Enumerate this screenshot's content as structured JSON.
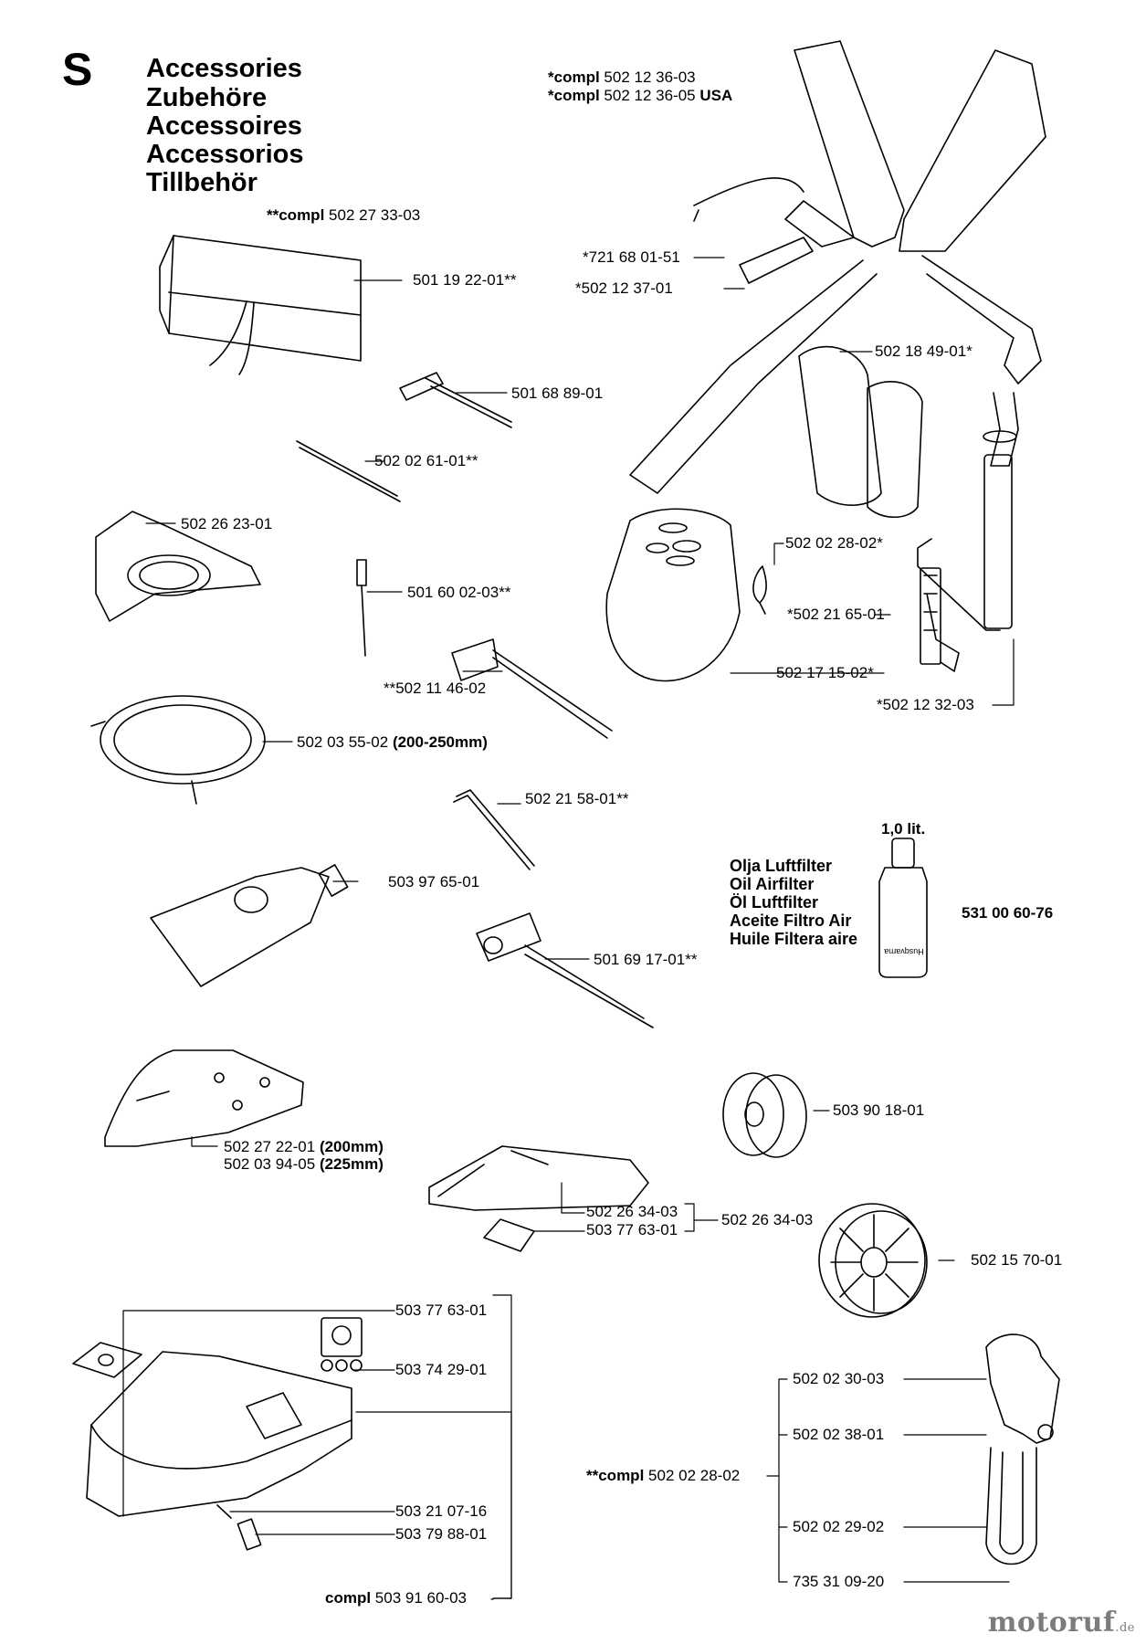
{
  "section": "S",
  "titles": [
    "Accessories",
    "Zubehöre",
    "Accessoires",
    "Accessorios",
    "Tillbehör"
  ],
  "compl_harness_1": {
    "prefix": "*compl",
    "number": "502 12 36-03"
  },
  "compl_harness_2": {
    "prefix": "*compl",
    "number": "502 12 36-05",
    "suffix": "USA"
  },
  "compl_pouch": {
    "prefix": "**compl",
    "number": "502 27 33-03"
  },
  "parts": {
    "tool_pouch": "501 19 22-01**",
    "t_wrench": "501 68 89-01",
    "pin_rod": "502 02 61-01**",
    "support_cup": "502 26 23-01",
    "rivet_pin": "501 60 02-03**",
    "combi_wrench_small": "**502 11 46-02",
    "guard_ring": "502 03 55-02",
    "guard_ring_size": "(200-250mm)",
    "hex_key": "502 21 58-01**",
    "grease_tube": "503 97 65-01",
    "combi_wrench_long": "501 69 17-01**",
    "guard_1": "502 27 22-01",
    "guard_1_size": "(200mm)",
    "guard_2": "502 03 94-05",
    "guard_2_size": "(225mm)",
    "shield_main": "502 26 34-03",
    "shield_part": "502 26 34-03",
    "shield_plate": "503 77 63-01",
    "pulley": "503 90 18-01",
    "fan_wheel": "502 15 70-01",
    "hook_pin": "*721 68 01-51",
    "buckle": "*502 12 37-01",
    "grip_pad": "502 18 49-01*",
    "hook": "502 02 28-02*",
    "strap_buckle": "*502 21 65-01",
    "hip_pad": "502 17 15-02*",
    "strap": "*502 12 32-03",
    "big_guard_plate": "503 77 63-01",
    "big_guard_head": "503 74 29-01",
    "big_guard_screw": "503 21 07-16",
    "big_guard_nut": "503 79 88-01",
    "handle_top": "502 02 30-03",
    "handle_mid": "502 02 38-01",
    "handle_low": "502 02 29-02",
    "handle_bottom": "735 31 09-20"
  },
  "compl_big_guard": {
    "prefix": "compl",
    "number": "503 91 60-03"
  },
  "compl_handle": {
    "prefix": "**compl",
    "number": "502 02 28-02"
  },
  "oil": {
    "volume": "1,0 lit.",
    "names": [
      "Olja Luftfilter",
      "Oil Airfilter",
      "Öl Luftfilter",
      "Aceite Filtro Air",
      "Huile Filtera aire"
    ],
    "part": "531 00 60-76",
    "bottle_text": "Husqvarna"
  },
  "logo": {
    "main": "motoruf",
    "tld": ".de",
    "color": "#7c7c7c"
  }
}
